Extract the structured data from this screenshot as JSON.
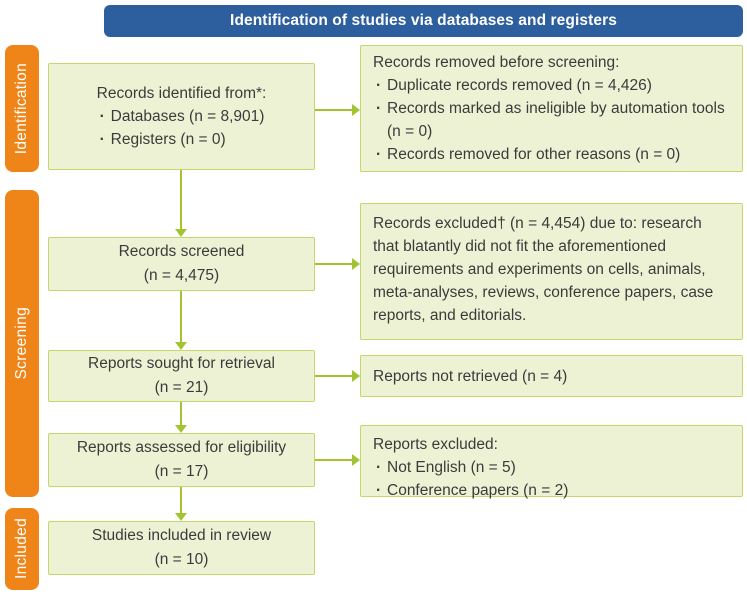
{
  "header": {
    "title": "Identification of studies via databases and registers"
  },
  "stages": [
    {
      "label": "Identification"
    },
    {
      "label": "Screening"
    },
    {
      "label": "Included"
    }
  ],
  "left_column": [
    {
      "title": "Records identified from*:",
      "bullets": [
        "Databases (n = 8,901)",
        "Registers (n = 0)"
      ]
    },
    {
      "line1": "Records screened",
      "line2": "(n = 4,475)"
    },
    {
      "line1": "Reports sought for retrieval",
      "line2": "(n = 21)"
    },
    {
      "line1": "Reports assessed for eligibility",
      "line2": "(n = 17)"
    },
    {
      "line1": "Studies included in review",
      "line2": "(n = 10)"
    }
  ],
  "right_column": [
    {
      "title": "Records removed before screening:",
      "bullets": [
        "Duplicate records removed (n = 4,426)",
        "Records marked as ineligible by automation tools (n = 0)",
        "Records removed for other reasons (n = 0)"
      ]
    },
    {
      "text": "Records excluded† (n = 4,454) due to: research that blatantly did not fit the aforementioned requirements and experiments on cells, animals, meta-analyses, reviews, conference papers, case reports, and editorials."
    },
    {
      "text": "Reports not retrieved (n = 4)"
    },
    {
      "title": "Reports excluded:",
      "bullets": [
        "Not English (n = 5)",
        "Conference papers (n = 2)"
      ]
    }
  ],
  "colors": {
    "header_bg": "#2d5f9e",
    "stage_bg": "#ef8418",
    "box_bg": "#eef2d5",
    "box_border": "#c3d76a",
    "arrow": "#a4c333",
    "text": "#3b3b3b",
    "header_text": "#ffffff"
  }
}
